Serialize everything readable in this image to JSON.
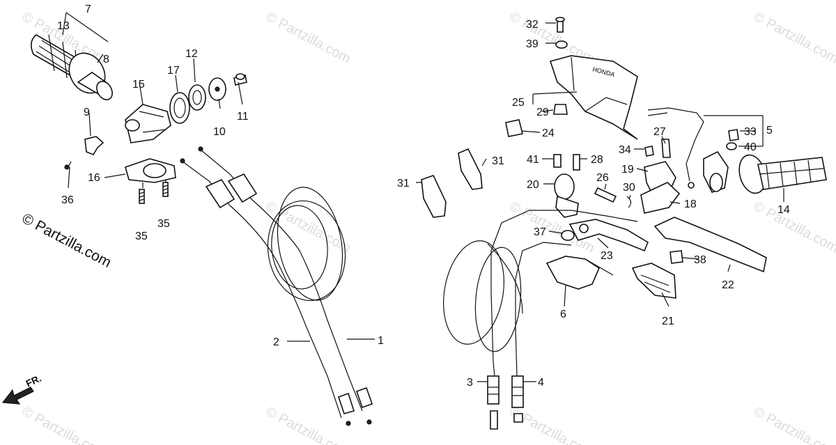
{
  "watermark": "© Partzilla.com",
  "brand": "© Partzilla.com",
  "direction_label": "FR.",
  "shroud_text": "HONDA",
  "callouts": {
    "p1": "1",
    "p2": "2",
    "p3": "3",
    "p4": "4",
    "p5": "5",
    "p6": "6",
    "p7": "7",
    "p8": "8",
    "p9": "9",
    "p10": "10",
    "p11": "11",
    "p12": "12",
    "p13": "13",
    "p14": "14",
    "p15": "15",
    "p16": "16",
    "p17": "17",
    "p18": "18",
    "p19": "19",
    "p20": "20",
    "p21": "21",
    "p22": "22",
    "p23": "23",
    "p24": "24",
    "p25": "25",
    "p26": "26",
    "p27": "27",
    "p28": "28",
    "p29": "29",
    "p30": "30",
    "p31a": "31",
    "p31b": "31",
    "p32": "32",
    "p33": "33",
    "p34": "34",
    "p35a": "35",
    "p35b": "35",
    "p36": "36",
    "p37": "37",
    "p38": "38",
    "p39": "39",
    "p40": "40",
    "p41": "41"
  }
}
